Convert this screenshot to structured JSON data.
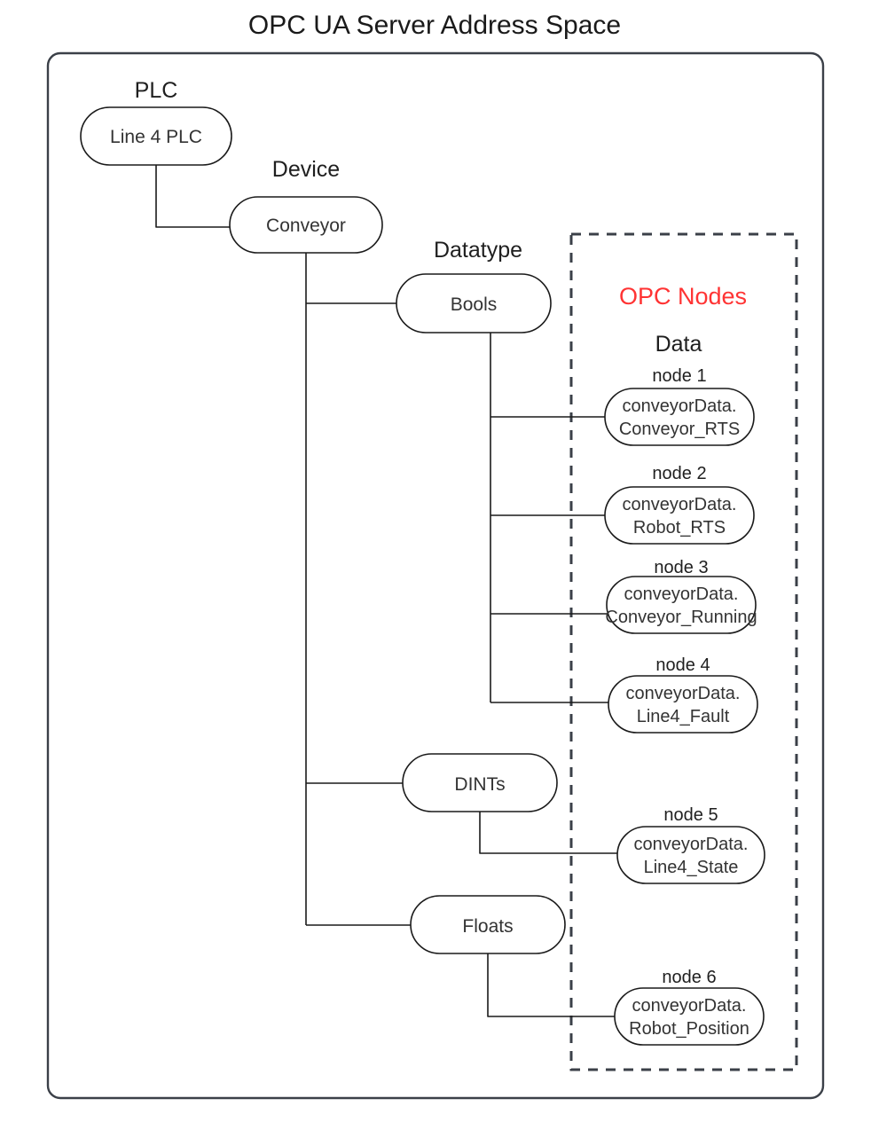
{
  "title": "OPC UA Server Address Space",
  "colors": {
    "frame": "#3b4048",
    "node_stroke": "#1a1a1a",
    "text": "#333333",
    "accent_red": "#FF3333",
    "background": "#ffffff"
  },
  "group_captions": {
    "plc": "PLC",
    "device": "Device",
    "datatype": "Datatype"
  },
  "legend": {
    "opc_nodes": "OPC Nodes",
    "data": "Data"
  },
  "nodes": {
    "plc": {
      "label": "Line 4 PLC"
    },
    "device": {
      "label": "Conveyor"
    },
    "bools": {
      "label": "Bools"
    },
    "dints": {
      "label": "DINTs"
    },
    "floats": {
      "label": "Floats"
    }
  },
  "opc_nodes": [
    {
      "caption": "node 1",
      "line1": "conveyorData.",
      "line2": "Conveyor_RTS",
      "parent": "Bools"
    },
    {
      "caption": "node 2",
      "line1": "conveyorData.",
      "line2": "Robot_RTS",
      "parent": "Bools"
    },
    {
      "caption": "node 3",
      "line1": "conveyorData.",
      "line2": "Conveyor_Running",
      "parent": "Bools"
    },
    {
      "caption": "node 4",
      "line1": "conveyorData.",
      "line2": "Line4_Fault",
      "parent": "Bools"
    },
    {
      "caption": "node 5",
      "line1": "conveyorData.",
      "line2": "Line4_State",
      "parent": "DINTs"
    },
    {
      "caption": "node 6",
      "line1": "conveyorData.",
      "line2": "Robot_Position",
      "parent": "Floats"
    }
  ]
}
